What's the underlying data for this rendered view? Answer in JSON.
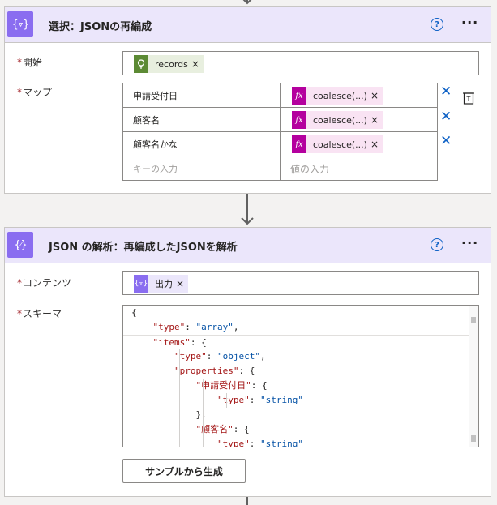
{
  "select_card": {
    "title": "選択：JSONの再編成",
    "icon": "{▿}",
    "help_label": "?",
    "more_label": "···",
    "start": {
      "label": "開始",
      "required_mark": "*",
      "token": {
        "label": "records",
        "icon": "lightbulb-icon",
        "color": "#5c8a34",
        "remove": "×"
      }
    },
    "map": {
      "label": "マップ",
      "required_mark": "*",
      "rows": [
        {
          "key": "申請受付日",
          "value": "coalesce(...)",
          "value_icon": "fx",
          "remove": "×",
          "delete": "✕"
        },
        {
          "key": "顧客名",
          "value": "coalesce(...)",
          "value_icon": "fx",
          "remove": "×",
          "delete": "✕"
        },
        {
          "key": "顧客名かな",
          "value": "coalesce(...)",
          "value_icon": "fx",
          "remove": "×",
          "delete": "✕"
        }
      ],
      "key_placeholder": "キーの入力",
      "value_placeholder": "値の入力"
    }
  },
  "parse_card": {
    "title": "JSON の解析：再編成したJSONを解析",
    "icon": "{⁄}",
    "help_label": "?",
    "more_label": "···",
    "content": {
      "label": "コンテンツ",
      "required_mark": "*",
      "token": {
        "label": "出力",
        "icon": "{▿}",
        "remove": "×"
      }
    },
    "schema": {
      "label": "スキーマ",
      "required_mark": "*",
      "lines": [
        {
          "indent": "",
          "parts": [
            [
              "pun",
              "{"
            ]
          ]
        },
        {
          "indent": "    ",
          "parts": [
            [
              "key",
              "\"type\""
            ],
            [
              "pun",
              ": "
            ],
            [
              "str",
              "\"array\""
            ],
            [
              "pun",
              ","
            ]
          ]
        },
        {
          "indent": "    ",
          "parts": [
            [
              "key",
              "\"items\""
            ],
            [
              "pun",
              ": {"
            ]
          ]
        },
        {
          "indent": "        ",
          "parts": [
            [
              "key",
              "\"type\""
            ],
            [
              "pun",
              ": "
            ],
            [
              "str",
              "\"object\""
            ],
            [
              "pun",
              ","
            ]
          ]
        },
        {
          "indent": "        ",
          "parts": [
            [
              "key",
              "\"properties\""
            ],
            [
              "pun",
              ": {"
            ]
          ]
        },
        {
          "indent": "            ",
          "parts": [
            [
              "key",
              "\"申請受付日\""
            ],
            [
              "pun",
              ": {"
            ]
          ]
        },
        {
          "indent": "                ",
          "parts": [
            [
              "key",
              "\"type\""
            ],
            [
              "pun",
              ": "
            ],
            [
              "str",
              "\"string\""
            ]
          ]
        },
        {
          "indent": "            ",
          "parts": [
            [
              "pun",
              "},"
            ]
          ]
        },
        {
          "indent": "            ",
          "parts": [
            [
              "key",
              "\"顧客名\""
            ],
            [
              "pun",
              ": {"
            ]
          ]
        },
        {
          "indent": "                ",
          "parts": [
            [
              "key",
              "\"type\""
            ],
            [
              "pun",
              ": "
            ],
            [
              "str",
              "\"string\""
            ]
          ]
        }
      ]
    },
    "sample_button": "サンプルから生成"
  },
  "colors": {
    "accent": "#8a6df0",
    "header_bg": "#ebe6fb",
    "fx_token": "#b4009e",
    "fx_token_bg": "#f9e3f3",
    "link_blue": "#0f62c6",
    "required_red": "#a4262c"
  }
}
